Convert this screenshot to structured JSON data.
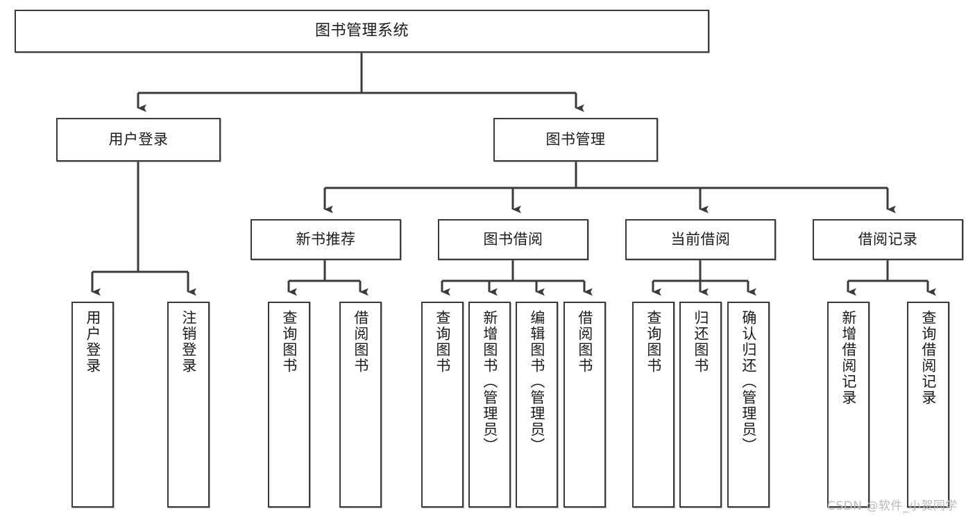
{
  "diagram": {
    "title": "图书管理系统",
    "type": "tree-hierarchy-chart",
    "root": {
      "label": "图书管理系统"
    },
    "level1": [
      {
        "label": "用户登录"
      },
      {
        "label": "图书管理"
      }
    ],
    "level2": [
      {
        "label": "新书推荐"
      },
      {
        "label": "图书借阅"
      },
      {
        "label": "当前借阅"
      },
      {
        "label": "借阅记录"
      }
    ],
    "leaves": [
      {
        "label": "用户登录"
      },
      {
        "label": "注销登录"
      },
      {
        "label": "查询图书"
      },
      {
        "label": "借阅图书"
      },
      {
        "label": "查询图书"
      },
      {
        "label": "新增图书（管理员）"
      },
      {
        "label": "编辑图书（管理员）"
      },
      {
        "label": "借阅图书"
      },
      {
        "label": "查询图书"
      },
      {
        "label": "归还图书"
      },
      {
        "label": "确认归还（管理员）"
      },
      {
        "label": "新增借阅记录"
      },
      {
        "label": "查询借阅记录"
      }
    ]
  },
  "watermark": {
    "text": "CSDN @软件_小贺同学"
  },
  "colors": {
    "stroke": "#3a3a3a",
    "fill": "#ffffff",
    "text": "#1a1a1a",
    "watermark": "#b9b9b9"
  }
}
